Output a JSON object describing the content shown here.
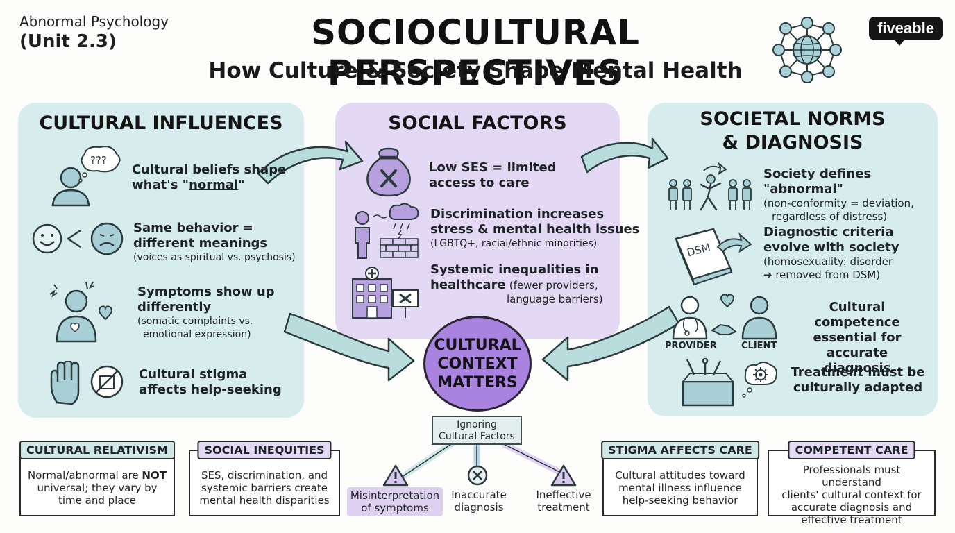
{
  "header": {
    "course_line1": "Abnormal Psychology",
    "course_line2": "(Unit 2.3)",
    "title": "SOCIOCULTURAL PERSPECTIVES",
    "subtitle": "How Culture & Society Shape Mental Health",
    "brand": "fiveable"
  },
  "left_panel": {
    "title": "CULTURAL INFLUENCES",
    "items": [
      {
        "line1": "Cultural beliefs shape",
        "line2_pre": "what's \"",
        "line2_u": "normal",
        "line2_post": "\""
      },
      {
        "main1": "Same behavior =",
        "main2": "different meanings",
        "sub": "(voices as spiritual vs. psychosis)"
      },
      {
        "main1": "Symptoms show up",
        "main2": "differently",
        "sub1": "(somatic complaints vs.",
        "sub2": "emotional expression)"
      },
      {
        "main1": "Cultural stigma",
        "main2": "affects help-seeking"
      }
    ]
  },
  "middle_panel": {
    "title": "SOCIAL FACTORS",
    "items": [
      {
        "main1": "Low SES = limited",
        "main2": "access to care"
      },
      {
        "main1": "Discrimination increases",
        "main2": "stress & mental health issues",
        "sub": "(LGBTQ+, racial/ethnic minorities)"
      },
      {
        "main1": "Systemic inequalities in",
        "main2": "healthcare",
        "sub1": "(fewer providers,",
        "sub2": "language barriers)"
      }
    ]
  },
  "right_panel": {
    "title1": "SOCIETAL NORMS",
    "title2": "& DIAGNOSIS",
    "items": [
      {
        "main": "Society defines \"abnormal\"",
        "sub1": "(non-conformity = deviation,",
        "sub2": "regardless of distress)"
      },
      {
        "main1": "Diagnostic criteria",
        "main2": "evolve with society",
        "sub1": "(homosexuality: disorder",
        "sub2": "➔ removed from DSM)",
        "book_label": "DSM"
      },
      {
        "main1": "Cultural competence",
        "main2": "essential for accurate",
        "main3": "diagnosis",
        "provider": "PROVIDER",
        "client": "CLIENT"
      },
      {
        "main1": "Treatment must be",
        "main2": "culturally adapted"
      }
    ]
  },
  "center": {
    "line1": "CULTURAL",
    "line2": "CONTEXT",
    "line3": "MATTERS",
    "ignoring1": "Ignoring",
    "ignoring2": "Cultural Factors",
    "consequences": [
      {
        "line1": "Misinterpretation",
        "line2": "of symptoms"
      },
      {
        "line1": "Inaccurate",
        "line2": "diagnosis"
      },
      {
        "line1": "Ineffective",
        "line2": "treatment"
      }
    ]
  },
  "bottom": [
    {
      "tag": "CULTURAL RELATIVISM",
      "l1_pre": "Normal/abnormal are ",
      "l1_u": "NOT",
      "l2": "universal; they vary by",
      "l3": "time and place"
    },
    {
      "tag": "SOCIAL INEQUITIES",
      "l1": "SES, discrimination, and",
      "l2": "systemic barriers create",
      "l3": "mental health disparities"
    },
    {
      "tag": "STIGMA AFFECTS CARE",
      "l1": "Cultural attitudes toward",
      "l2": "mental illness influence",
      "l3": "help-seeking behavior"
    },
    {
      "tag": "COMPETENT CARE",
      "l1": "Professionals must understand",
      "l2": "clients' cultural context for",
      "l3": "accurate diagnosis and",
      "l4": "effective treatment"
    }
  ],
  "colors": {
    "teal": "#d7ecec",
    "lavender": "#e4d9f5",
    "purple": "#a883e0",
    "arrow": "#b9dcdc"
  }
}
